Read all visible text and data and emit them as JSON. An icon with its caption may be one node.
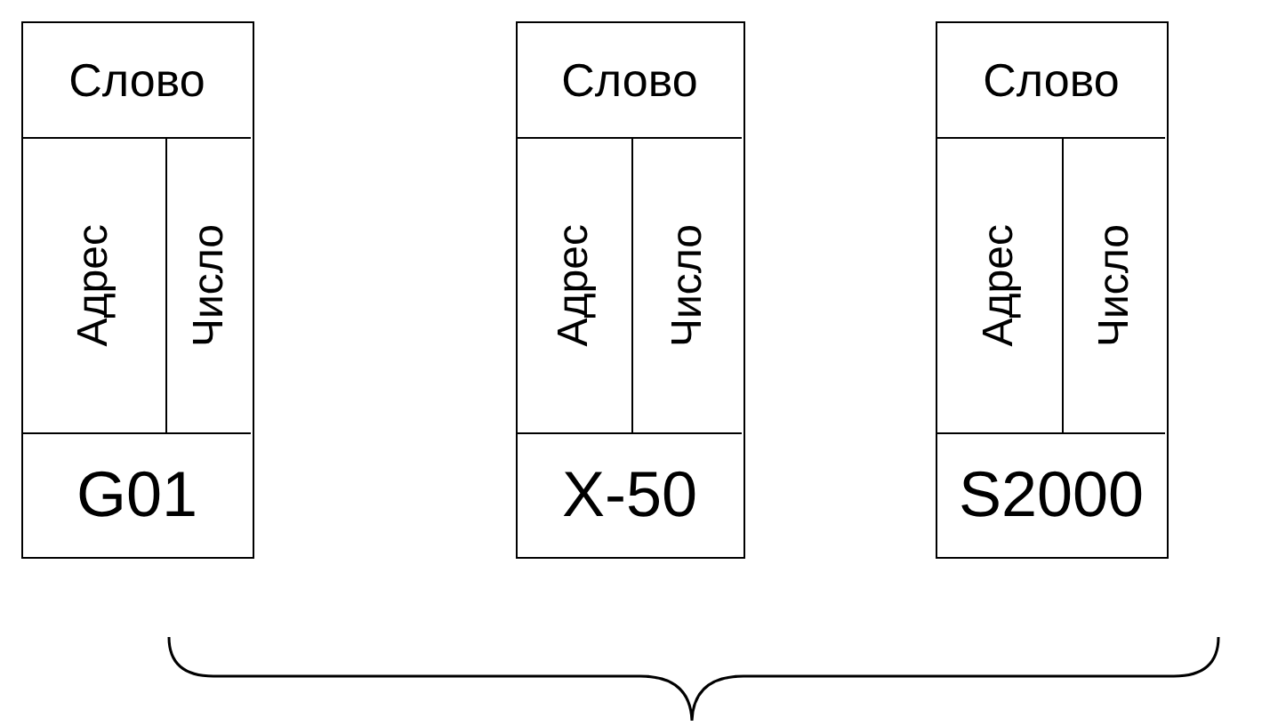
{
  "diagram": {
    "nodes": [
      {
        "text": [],
        "shape": "box"
      },
      {
        "text": [
          "Слово"
        ],
        "in": 0
      },
      {
        "text": [
          "Адрес"
        ],
        "in": 0
      },
      {
        "text": [
          "Число"
        ],
        "in": 0
      },
      {
        "text": [
          "G01"
        ],
        "in": 0
      },
      {
        "text": [],
        "shape": "box"
      },
      {
        "text": [
          "Слово"
        ],
        "in": 5
      },
      {
        "text": [
          "Адрес"
        ],
        "in": 5
      },
      {
        "text": [
          "Число"
        ],
        "in": 5
      },
      {
        "text": [
          "X-50"
        ],
        "in": 5
      },
      {
        "text": [],
        "shape": "box"
      },
      {
        "text": [
          "Слово"
        ],
        "in": 10
      },
      {
        "text": [
          "Адрес"
        ],
        "in": 10
      },
      {
        "text": [
          "Число"
        ],
        "in": 10
      },
      {
        "text": [
          "S2000"
        ],
        "in": 10
      }
    ]
  }
}
